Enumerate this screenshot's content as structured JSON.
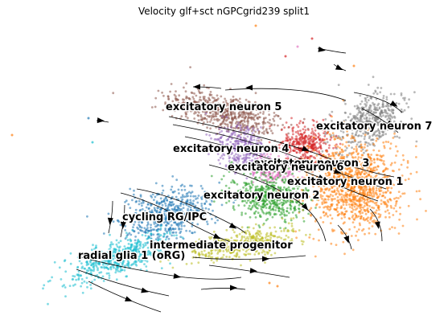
{
  "chart_data": {
    "type": "scatter",
    "title": "Velocity glf+sct nGPCgrid239 split1",
    "xlabel": "",
    "ylabel": "",
    "grid": false,
    "axes_visible": false,
    "overlay": "velocity streamlines with arrows",
    "clusters": [
      {
        "label": "excitatory neuron 5",
        "color": "#8c564b"
      },
      {
        "label": "excitatory neuron 7",
        "color": "#7f7f7f"
      },
      {
        "label": "excitatory neuron 4",
        "color": "#9467bd"
      },
      {
        "label": "excitatory neuron 3",
        "color": "#d62728"
      },
      {
        "label": "excitatory neuron 6",
        "color": "#e377c2"
      },
      {
        "label": "excitatory neuron 1",
        "color": "#ff7f0e"
      },
      {
        "label": "excitatory neuron 2",
        "color": "#2ca02c"
      },
      {
        "label": "cycling RG/IPC",
        "color": "#1f77b4"
      },
      {
        "label": "intermediate progenitor",
        "color": "#bcbd22"
      },
      {
        "label": "radial glia 1 (oRG)",
        "color": "#17becf"
      }
    ]
  }
}
